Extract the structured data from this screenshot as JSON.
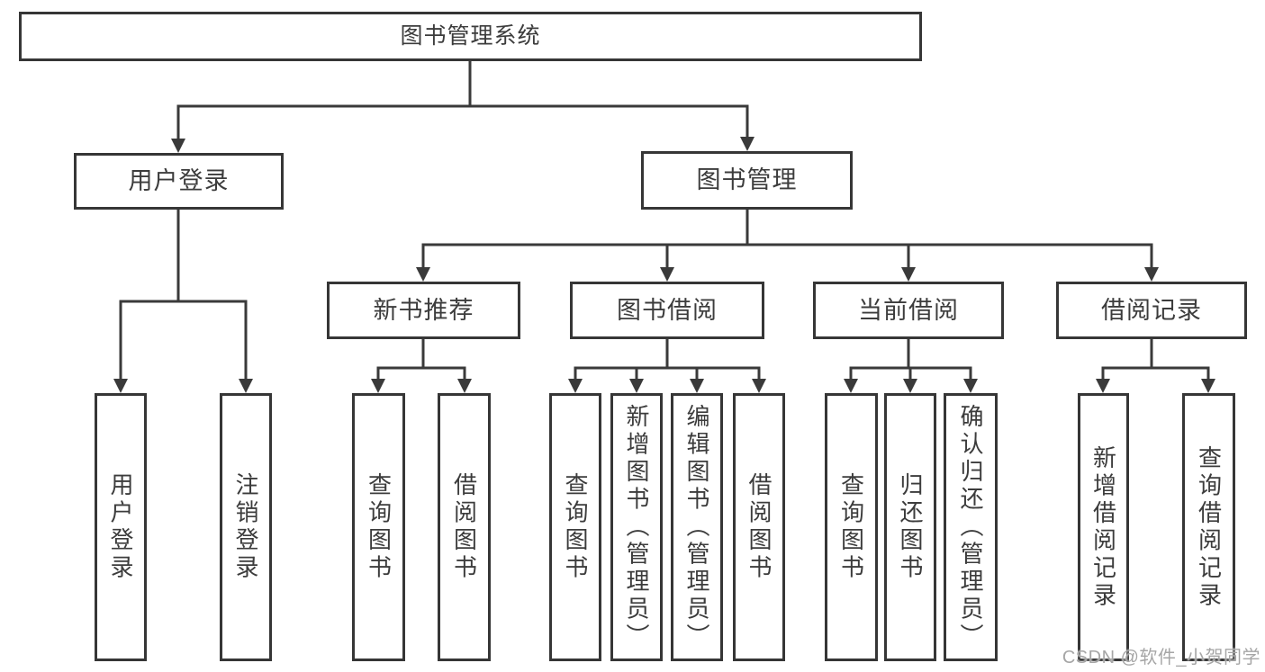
{
  "nodes": {
    "root": "图书管理系统",
    "userLoginGroup": "用户登录",
    "bookMgmt": "图书管理",
    "newBookRec": "新书推荐",
    "bookBorrow": "图书借阅",
    "currentBorrow": "当前借阅",
    "borrowRecords": "借阅记录",
    "leafUserLogin": "用户登录",
    "leafLogout": "注销登录",
    "leafNbrQuery": "查询图书",
    "leafNbrBorrow": "借阅图书",
    "leafBbQuery": "查询图书",
    "leafBbAdd": "新增图书（管理员）",
    "leafBbEdit": "编辑图书（管理员）",
    "leafBbBorrow": "借阅图书",
    "leafCbQuery": "查询图书",
    "leafCbReturn": "归还图书",
    "leafCbConfirm": "确认归还（管理员）",
    "leafBrAdd": "新增借阅记录",
    "leafBrQuery": "查询借阅记录"
  },
  "hierarchy": {
    "图书管理系统": {
      "用户登录": [
        "用户登录",
        "注销登录"
      ],
      "图书管理": {
        "新书推荐": [
          "查询图书",
          "借阅图书"
        ],
        "图书借阅": [
          "查询图书",
          "新增图书（管理员）",
          "编辑图书（管理员）",
          "借阅图书"
        ],
        "当前借阅": [
          "查询图书",
          "归还图书",
          "确认归还（管理员）"
        ],
        "借阅记录": [
          "新增借阅记录",
          "查询借阅记录"
        ]
      }
    }
  },
  "watermark": "CSDN @软件_小贺同学",
  "colors": {
    "line": "#3a3a3a",
    "border": "#363636",
    "text": "#3c3c3c",
    "background": "#ffffff",
    "watermark": "#a6a6a6"
  }
}
